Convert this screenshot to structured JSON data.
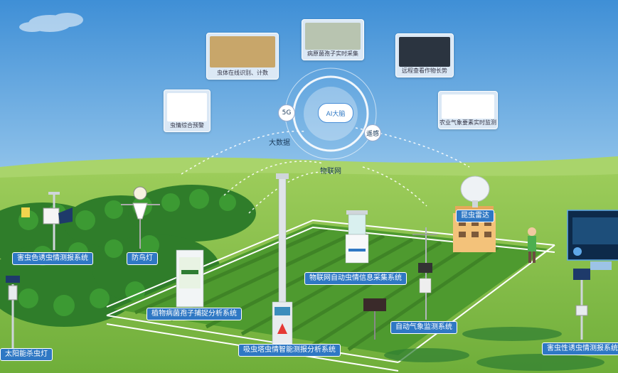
{
  "hub": {
    "ai_label": "AI大脑",
    "node_5g": "5G",
    "node_bigdata": "大数据",
    "node_remote": "遥感",
    "node_iot": "物联网"
  },
  "cards": {
    "insect_identify": "虫体在线识别、计数",
    "spore_capture": "病原菌孢子实时采集",
    "remote_crop": "远程查看作物长势",
    "weather_monitor": "农业气象要素实时监测",
    "pest_warning": "虫情综合预警"
  },
  "devices": {
    "color_trap": "害虫色诱虫情测报系统",
    "bird_light": "防鸟灯",
    "solar_lamp": "太阳能杀虫灯",
    "spore_system": "植物病菌孢子捕捉分析系统",
    "tower_system": "吸虫塔虫情智能测报分析系统",
    "iot_collect": "物联网自动虫情信息采集系统",
    "weather_system": "自动气象监测系统",
    "radar": "昆虫雷达",
    "sex_lure": "害虫性诱虫情测报系统"
  },
  "colors": {
    "sky_top": "#3f8fd6",
    "sky_bottom": "#cfe6f5",
    "grass": "#8bc34a",
    "field": "#4e9a2f",
    "label_bg": "#2f78c4"
  }
}
